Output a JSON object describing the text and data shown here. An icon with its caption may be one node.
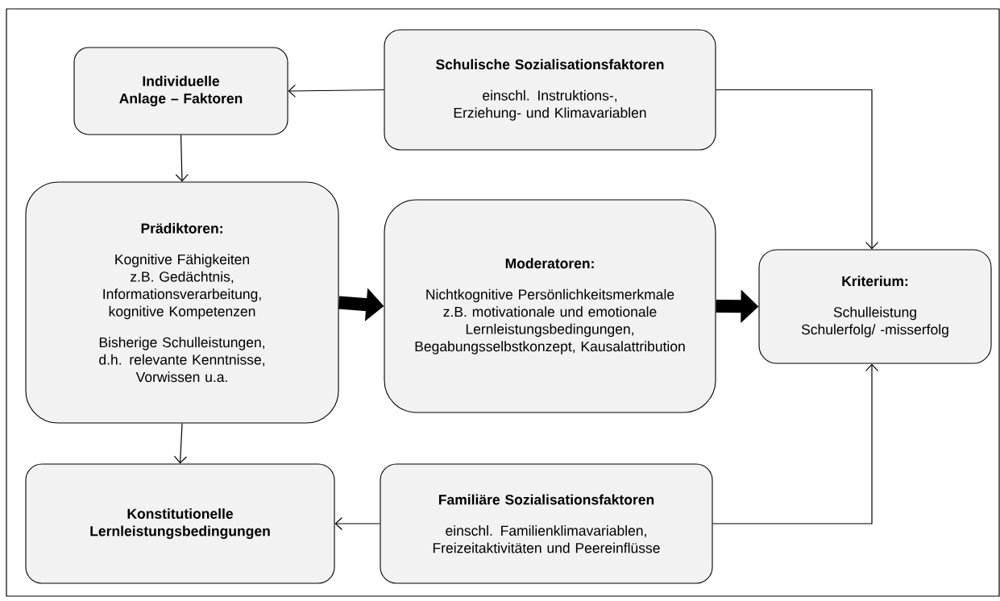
{
  "diagram": {
    "nodes": [
      {
        "text": [
          "Individuelle Anlage – Faktoren"
        ]
      },
      {
        "text": [
          "Schulische Sozialisationsfaktoren",
          "einschl. Instruktions-, Erziehung- und Klimavariablen"
        ]
      },
      {
        "text": [
          "Prädiktoren:",
          "Kognitive Fähigkeiten z.B. Gedächtnis, Informationsverarbeitung, kognitive Kompetenzen",
          "Bisherige Schulleistungen, d.h. relevante Kenntnisse, Vorwissen u.a."
        ]
      },
      {
        "text": [
          "Moderatoren:",
          "Nichtkognitive Persönlichkeitsmerkmale z.B. motivationale und emotionale Lernleistungsbedingungen, Begabungsselbstkonzept, Kausalattribution"
        ]
      },
      {
        "text": [
          "Kriterium:",
          "Schulleistung Schulerfolg/ -misserfolg"
        ]
      },
      {
        "text": [
          "Konstitutionelle Lernleistungsbedingungen"
        ]
      },
      {
        "text": [
          "Familiäre Sozialisationsfaktoren",
          "einschl. Familienklimavariablen, Freizeitaktivitäten und Peereinflüsse"
        ]
      }
    ],
    "edges": [
      {
        "from": 1,
        "to": 0,
        "arrow": "to"
      },
      {
        "from": 0,
        "to": 2,
        "arrow": "to"
      },
      {
        "from": 2,
        "to": 3,
        "arrow": "to",
        "style": "thick"
      },
      {
        "from": 3,
        "to": 4,
        "arrow": "to",
        "style": "thick"
      },
      {
        "from": 1,
        "to": 4,
        "arrow": "to"
      },
      {
        "from": 2,
        "to": 5,
        "arrow": "to"
      },
      {
        "from": 6,
        "to": 5,
        "arrow": "to"
      },
      {
        "from": 6,
        "to": 4,
        "arrow": "to"
      }
    ]
  }
}
